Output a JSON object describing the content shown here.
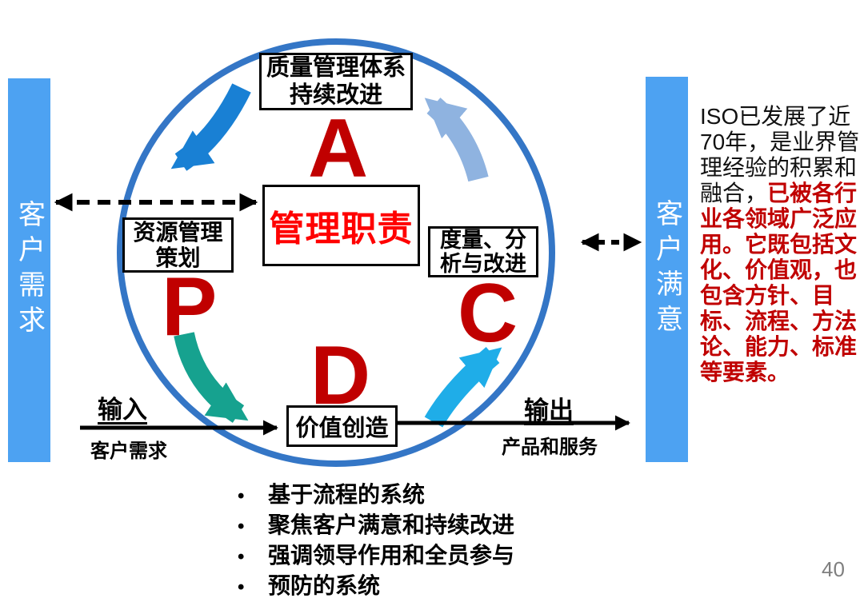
{
  "slide": {
    "page_number": "40",
    "bullet_char": "•"
  },
  "left_bar": {
    "label": "客户需求"
  },
  "right_bar": {
    "label": "客户满意"
  },
  "diagram": {
    "letters": {
      "a": "A",
      "p": "P",
      "d": "D",
      "c": "C"
    },
    "boxes": {
      "top": "质量管理体系\n持续改进",
      "center": "管理职责",
      "left": "资源管理\n策划",
      "right": "度量、分\n析与改进",
      "bottom": "价值创造"
    },
    "input": {
      "label": "输入",
      "sublabel": "客户需求"
    },
    "output": {
      "label": "输出",
      "sublabel": "产品和服务"
    }
  },
  "side_text": {
    "black": "ISO已发展了近70年，是业界管理经验的积累和融合，",
    "red": "已被各行业各领域广泛应用。它既包括文化、价值观，也包含方针、目标、流程、方法论、能力、标准等要素。"
  },
  "bullets": [
    "基于流程的系统",
    "聚焦客户满意和持续改进",
    "强调领导作用和全员参与",
    "预防的系统"
  ],
  "colors": {
    "bar_blue": "#4DA2F2",
    "circle_blue": "#3476C6",
    "arrow_blue": "#1980D4",
    "arrow_light_blue": "#8FB3E0",
    "arrow_teal": "#16A28F",
    "arrow_cyan": "#1FADE8",
    "letter_dark_red": "#C00000",
    "center_box_red": "#FF0000",
    "side_text_red": "#C00000"
  }
}
